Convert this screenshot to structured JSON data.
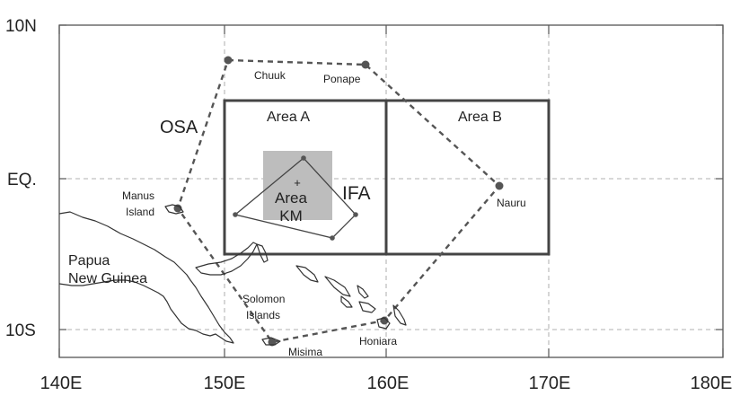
{
  "lat_labels": {
    "n10": "10N",
    "eq": "EQ.",
    "s10": "10S"
  },
  "lon_labels": {
    "e140": "140E",
    "e150": "150E",
    "e160": "160E",
    "e170": "170E",
    "e180": "180E"
  },
  "regions": {
    "osa": "OSA",
    "ifa": "IFA",
    "area_a": "Area A",
    "area_b": "Area B",
    "area_km_line1": "Area",
    "area_km_line2": "KM"
  },
  "places": {
    "chuuk": "Chuuk",
    "ponape": "Ponape",
    "nauru": "Nauru",
    "manus_line1": "Manus",
    "manus_line2": "Island",
    "png_line1": "Papua",
    "png_line2": "New Guinea",
    "solomon_line1": "Solomon",
    "solomon_line2": "Islands",
    "honiara": "Honiara",
    "misima": "Misima"
  },
  "colors": {
    "frame": "#555555",
    "grid": "#999999",
    "outline": "#444444",
    "km_fill": "#bdbdbd",
    "station": "#555555"
  }
}
